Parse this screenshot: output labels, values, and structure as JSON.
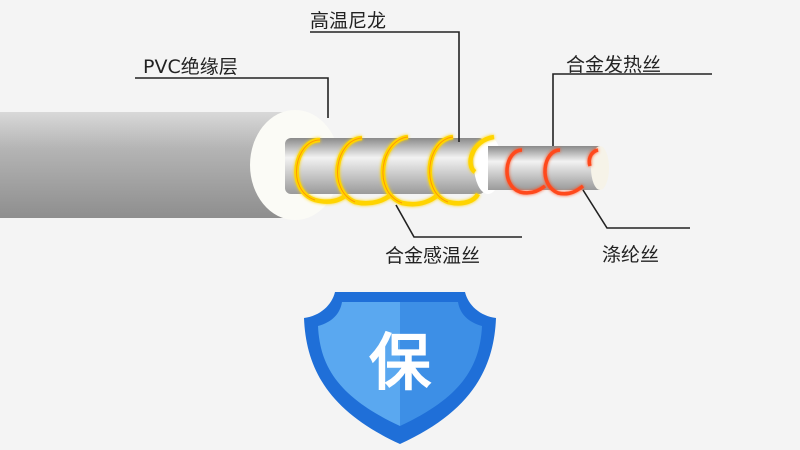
{
  "labels": {
    "nylon": "高温尼龙",
    "pvc": "PVC绝缘层",
    "heating_wire": "合金发热丝",
    "sensing_wire": "合金感温丝",
    "polyester": "涤纶丝"
  },
  "shield": {
    "character": "保",
    "colors": {
      "outer": "#1f6fd8",
      "inner_left": "#5aa8f0",
      "inner_right": "#3d8fe6"
    }
  },
  "colors": {
    "sensing_coil": "#ffd400",
    "heating_coil": "#ff4a1c",
    "leader": "#222222"
  }
}
